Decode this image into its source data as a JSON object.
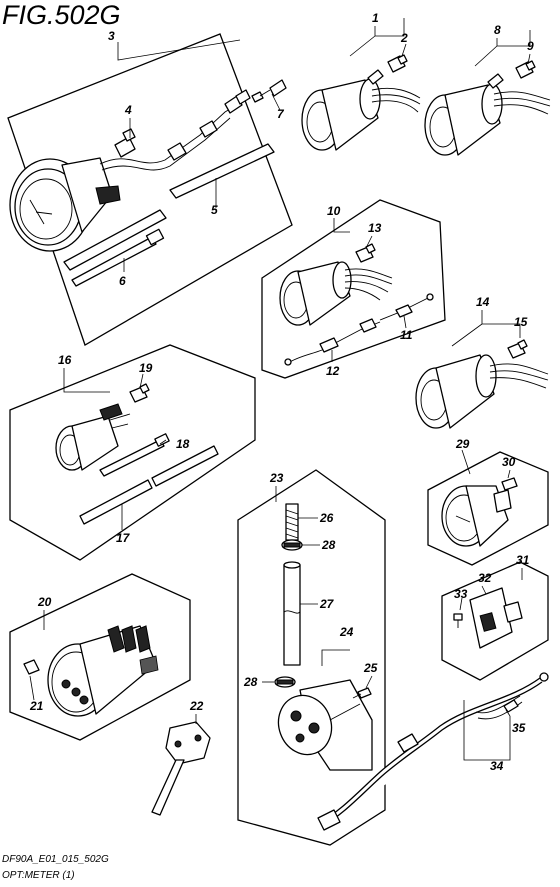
{
  "figure": {
    "title": "FIG.502G",
    "footer_code": "DF90A_E01_015_502G",
    "footer_name": "OPT:METER (1)"
  },
  "part_numbers": {
    "p1": "1",
    "p2": "2",
    "p3": "3",
    "p4": "4",
    "p5": "5",
    "p6": "6",
    "p7": "7",
    "p8": "8",
    "p9": "9",
    "p10": "10",
    "p11": "11",
    "p12": "12",
    "p13": "13",
    "p14": "14",
    "p15": "15",
    "p16": "16",
    "p17": "17",
    "p18": "18",
    "p19": "19",
    "p20": "20",
    "p21": "21",
    "p22": "22",
    "p23": "23",
    "p24": "24",
    "p25": "25",
    "p26": "26",
    "p27": "27",
    "p28a": "28",
    "p28b": "28",
    "p29": "29",
    "p30": "30",
    "p31": "31",
    "p32": "32",
    "p33": "33",
    "p34": "34",
    "p35": "35"
  }
}
